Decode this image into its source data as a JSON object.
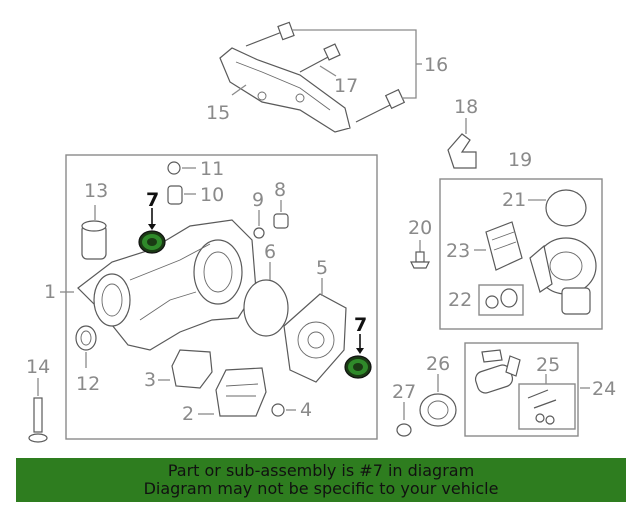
{
  "callouts": {
    "c1": "1",
    "c2": "2",
    "c3": "3",
    "c4": "4",
    "c5": "5",
    "c6": "6",
    "c7a": "7",
    "c7b": "7",
    "c8": "8",
    "c9": "9",
    "c10": "10",
    "c11": "11",
    "c12": "12",
    "c13": "13",
    "c14": "14",
    "c15": "15",
    "c16": "16",
    "c17": "17",
    "c18": "18",
    "c19": "19",
    "c20": "20",
    "c21": "21",
    "c22": "22",
    "c23": "23",
    "c24": "24",
    "c25": "25",
    "c26": "26",
    "c27": "27"
  },
  "highlight_part": "7",
  "colors": {
    "banner_bg": "#2e7d1f",
    "highlight": "#111111",
    "seal_green": "#2f8a2a",
    "line": "#8a8a8a"
  },
  "banner": {
    "line1": "Part or sub-assembly is #7 in diagram",
    "line2": "Diagram may not be specific to your vehicle"
  }
}
